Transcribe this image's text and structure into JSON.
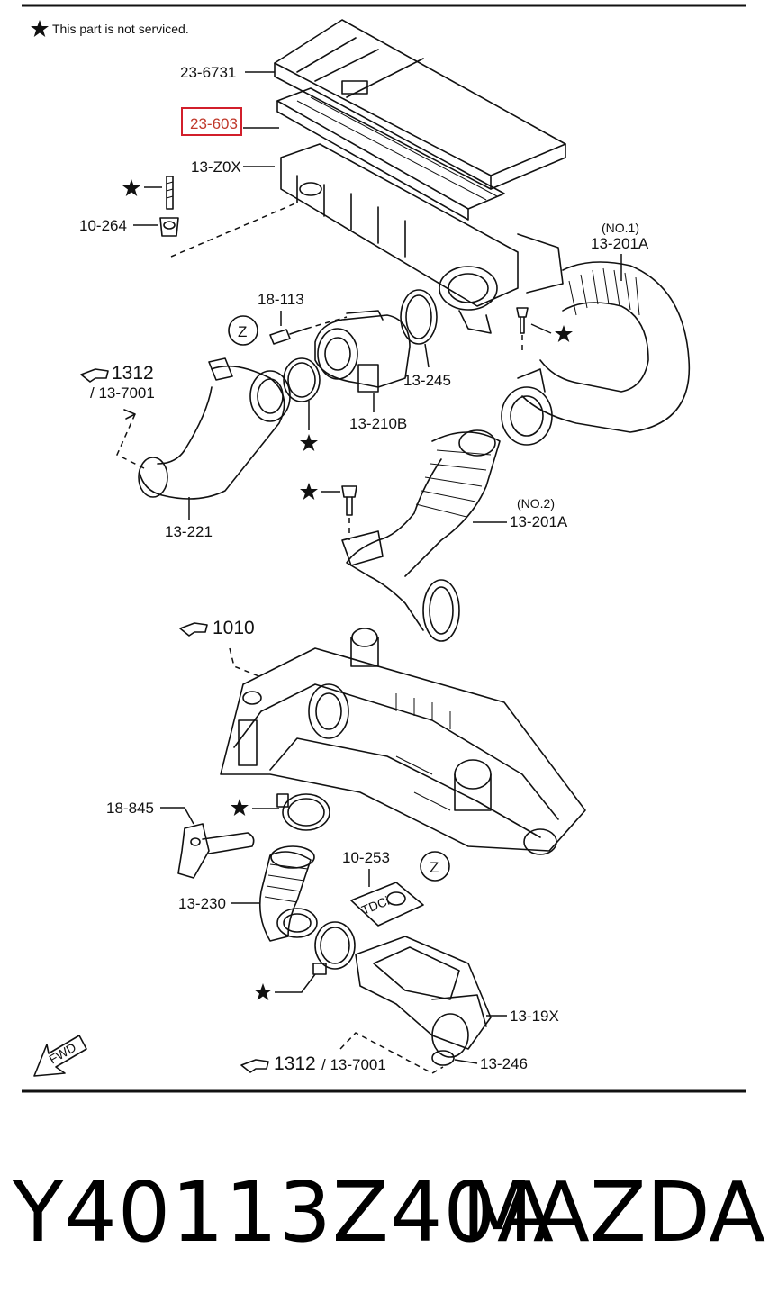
{
  "note": "This part is not serviced.",
  "highlight_color": "#d21f2b",
  "labels": {
    "p23_6731": "23-6731",
    "p23_603": "23-603",
    "p13_z0x": "13-Z0X",
    "p10_264": "10-264",
    "p18_113": "18-113",
    "p13_245": "13-245",
    "p13_210b": "13-210B",
    "p13_221": "13-221",
    "p13_201a_1_tag": "(NO.1)",
    "p13_201a_1": "13-201A",
    "p13_201a_2_tag": "(NO.2)",
    "p13_201a_2": "13-201A",
    "ref_1312_a": "1312",
    "ref_13_7001_a": "/ 13-7001",
    "ref_1010": "1010",
    "p18_845": "18-845",
    "p10_253": "10-253",
    "p13_230": "13-230",
    "p13_19x": "13-19X",
    "p13_246": "13-246",
    "ref_1312_b": "1312",
    "ref_13_7001_b": "/ 13-7001",
    "circle_z": "Z",
    "tdci": "TDCi",
    "fwd": "FWD"
  },
  "footer": {
    "part_number": "Y40113Z40A",
    "brand": "MAZDA"
  }
}
